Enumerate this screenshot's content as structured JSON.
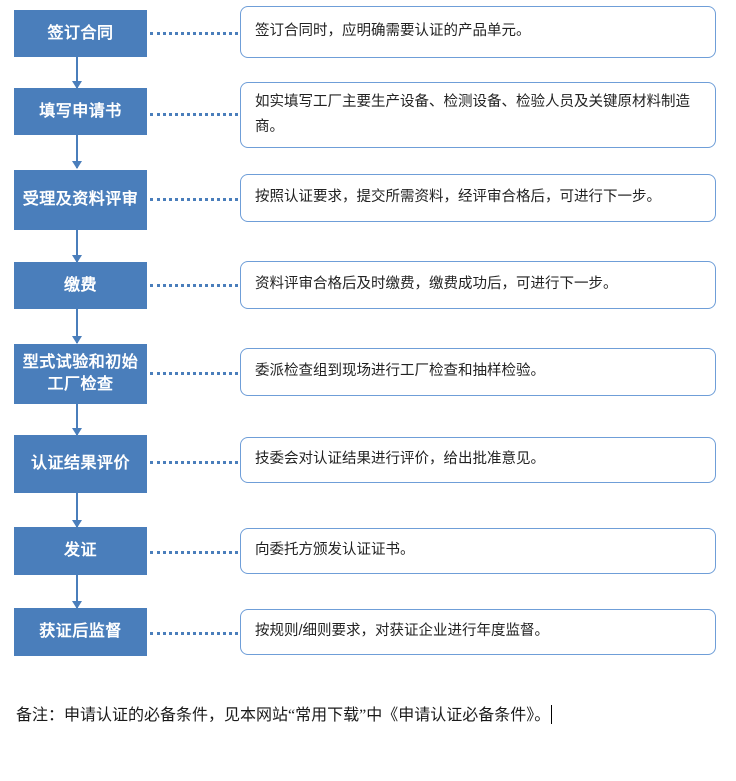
{
  "diagram": {
    "type": "flowchart",
    "accent_color": "#4a7ebb",
    "callout_border_color": "#6f9ed8",
    "steps": [
      {
        "node": "签订合同",
        "callout": "签订合同时，应明确需要认证的产品单元。"
      },
      {
        "node": "填写申请书",
        "callout": "如实填写工厂主要生产设备、检测设备、检验人员及关键原材料制造商。"
      },
      {
        "node": "受理及资料评审",
        "callout": "按照认证要求，提交所需资料，经评审合格后，可进行下一步。"
      },
      {
        "node": "缴费",
        "callout": "资料评审合格后及时缴费，缴费成功后，可进行下一步。"
      },
      {
        "node": "型式试验和初始工厂检查",
        "callout": "委派检查组到现场进行工厂检查和抽样检验。"
      },
      {
        "node": "认证结果评价",
        "callout": "技委会对认证结果进行评价，给出批准意见。"
      },
      {
        "node": "发证",
        "callout": "向委托方颁发认证证书。"
      },
      {
        "node": "获证后监督",
        "callout": "按规则/细则要求，对获证企业进行年度监督。"
      }
    ]
  },
  "note": {
    "text": "备注：申请认证的必备条件，见本网站“常用下载”中《申请认证必备条件》。"
  }
}
